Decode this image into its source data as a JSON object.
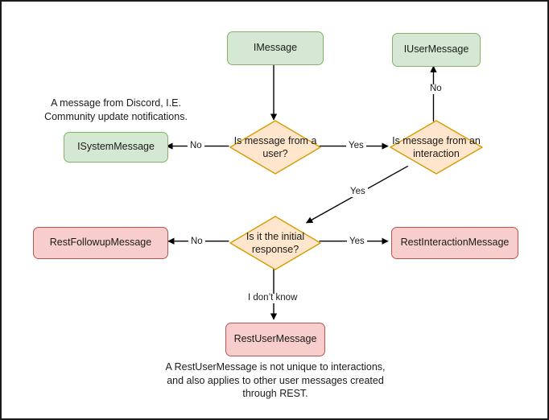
{
  "diagram": {
    "title_nodes": {
      "imessage": "IMessage",
      "iusermessage": "IUserMessage",
      "isystemmessage": "ISystemMessage",
      "restfollowupmessage": "RestFollowupMessage",
      "restinteractionmessage": "RestInteractionMessage",
      "restusermessage": "RestUserMessage"
    },
    "decisions": {
      "from_user": "Is message from a user?",
      "from_interaction": "Is message from an interaction",
      "initial_response": "Is it the initial response?"
    },
    "edge_labels": {
      "user_no": "No",
      "user_yes": "Yes",
      "interaction_no": "No",
      "interaction_yes": "Yes",
      "initial_no": "No",
      "initial_yes": "Yes",
      "dont_know": "I don’t know"
    },
    "notes": {
      "system_message_note": "A message from Discord, I.E.\nCommunity update notifications.",
      "rest_user_message_note": "A RestUserMessage is not unique to interactions,\nand also applies to other user messages created\nthrough REST."
    },
    "colors": {
      "green_fill": "#d5e8d4",
      "green_stroke": "#82b366",
      "pink_fill": "#f8cecc",
      "pink_stroke": "#b85450",
      "orange_fill": "#ffe6cc",
      "orange_stroke": "#d79b00",
      "edge_stroke": "#000000",
      "frame_border": "#1a1a1a",
      "canvas_background": "#ffffff"
    }
  }
}
